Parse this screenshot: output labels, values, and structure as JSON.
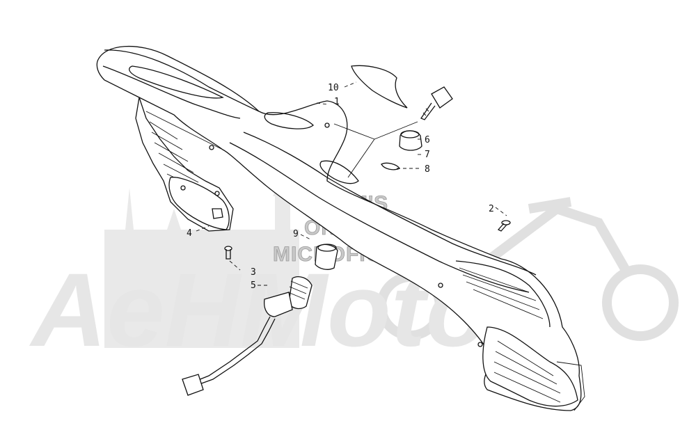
{
  "watermark": {
    "brand": "AeHMoto",
    "line1": "HLSM'S",
    "line2": "ONLINE",
    "line3": "MICROFICHE"
  },
  "callouts": [
    {
      "id": "1",
      "label": "1"
    },
    {
      "id": "2",
      "label": "2"
    },
    {
      "id": "3",
      "label": "3"
    },
    {
      "id": "4",
      "label": "4"
    },
    {
      "id": "5",
      "label": "5"
    },
    {
      "id": "6",
      "label": "6"
    },
    {
      "id": "7",
      "label": "7"
    },
    {
      "id": "8",
      "label": "8"
    },
    {
      "id": "9",
      "label": "9"
    },
    {
      "id": "10",
      "label": "10"
    }
  ]
}
